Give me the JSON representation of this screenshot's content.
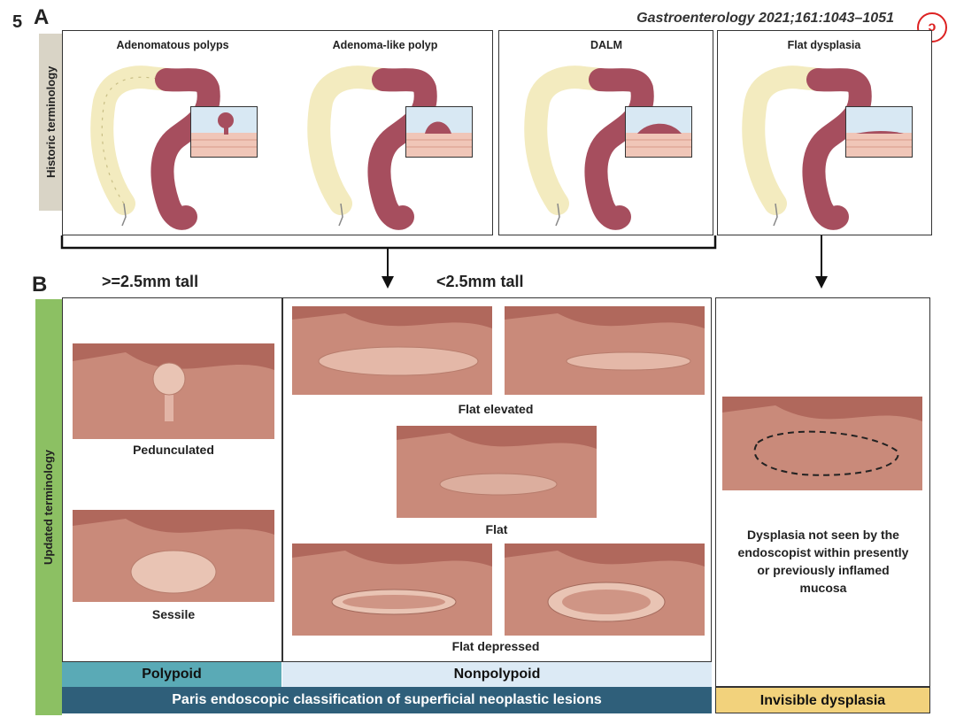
{
  "header": {
    "figure_number": "5",
    "citation": "Gastroenterology 2021;161:1043–1051"
  },
  "section_a": {
    "letter": "A",
    "side_label": "Historic terminology",
    "panels": [
      {
        "title": "Adenomatous polyps"
      },
      {
        "title": "Adenoma-like polyp"
      },
      {
        "title": "DALM"
      },
      {
        "title": "Flat dysplasia"
      }
    ]
  },
  "section_b": {
    "letter": "B",
    "side_label": "Updated terminology",
    "height_tall": ">=2.5mm tall",
    "height_short": "<2.5mm tall",
    "lesions": {
      "pedunculated": "Pedunculated",
      "sessile": "Sessile",
      "flat_elevated": "Flat elevated",
      "flat": "Flat",
      "flat_depressed": "Flat depressed"
    },
    "invisible_description": "Dysplasia not seen by the endoscopist within presently or previously inflamed mucosa",
    "bands": {
      "polypoid": "Polypoid",
      "nonpolypoid": "Nonpolypoid",
      "paris": "Paris endoscopic classification of superficial neoplastic lesions",
      "invisible": "Invisible dysplasia"
    }
  },
  "colors": {
    "colon_proximal": "#f3ebbf",
    "colon_distal": "#a64e5e",
    "mucosa": "#c98a7a",
    "polypoid_band": "#5aaab6",
    "nonpolypoid_band": "#dceaf5",
    "paris_band": "#2f5f7a",
    "invisible_band": "#f2d27c",
    "side_green": "#8cc063",
    "side_gray": "#d9d4c6"
  }
}
